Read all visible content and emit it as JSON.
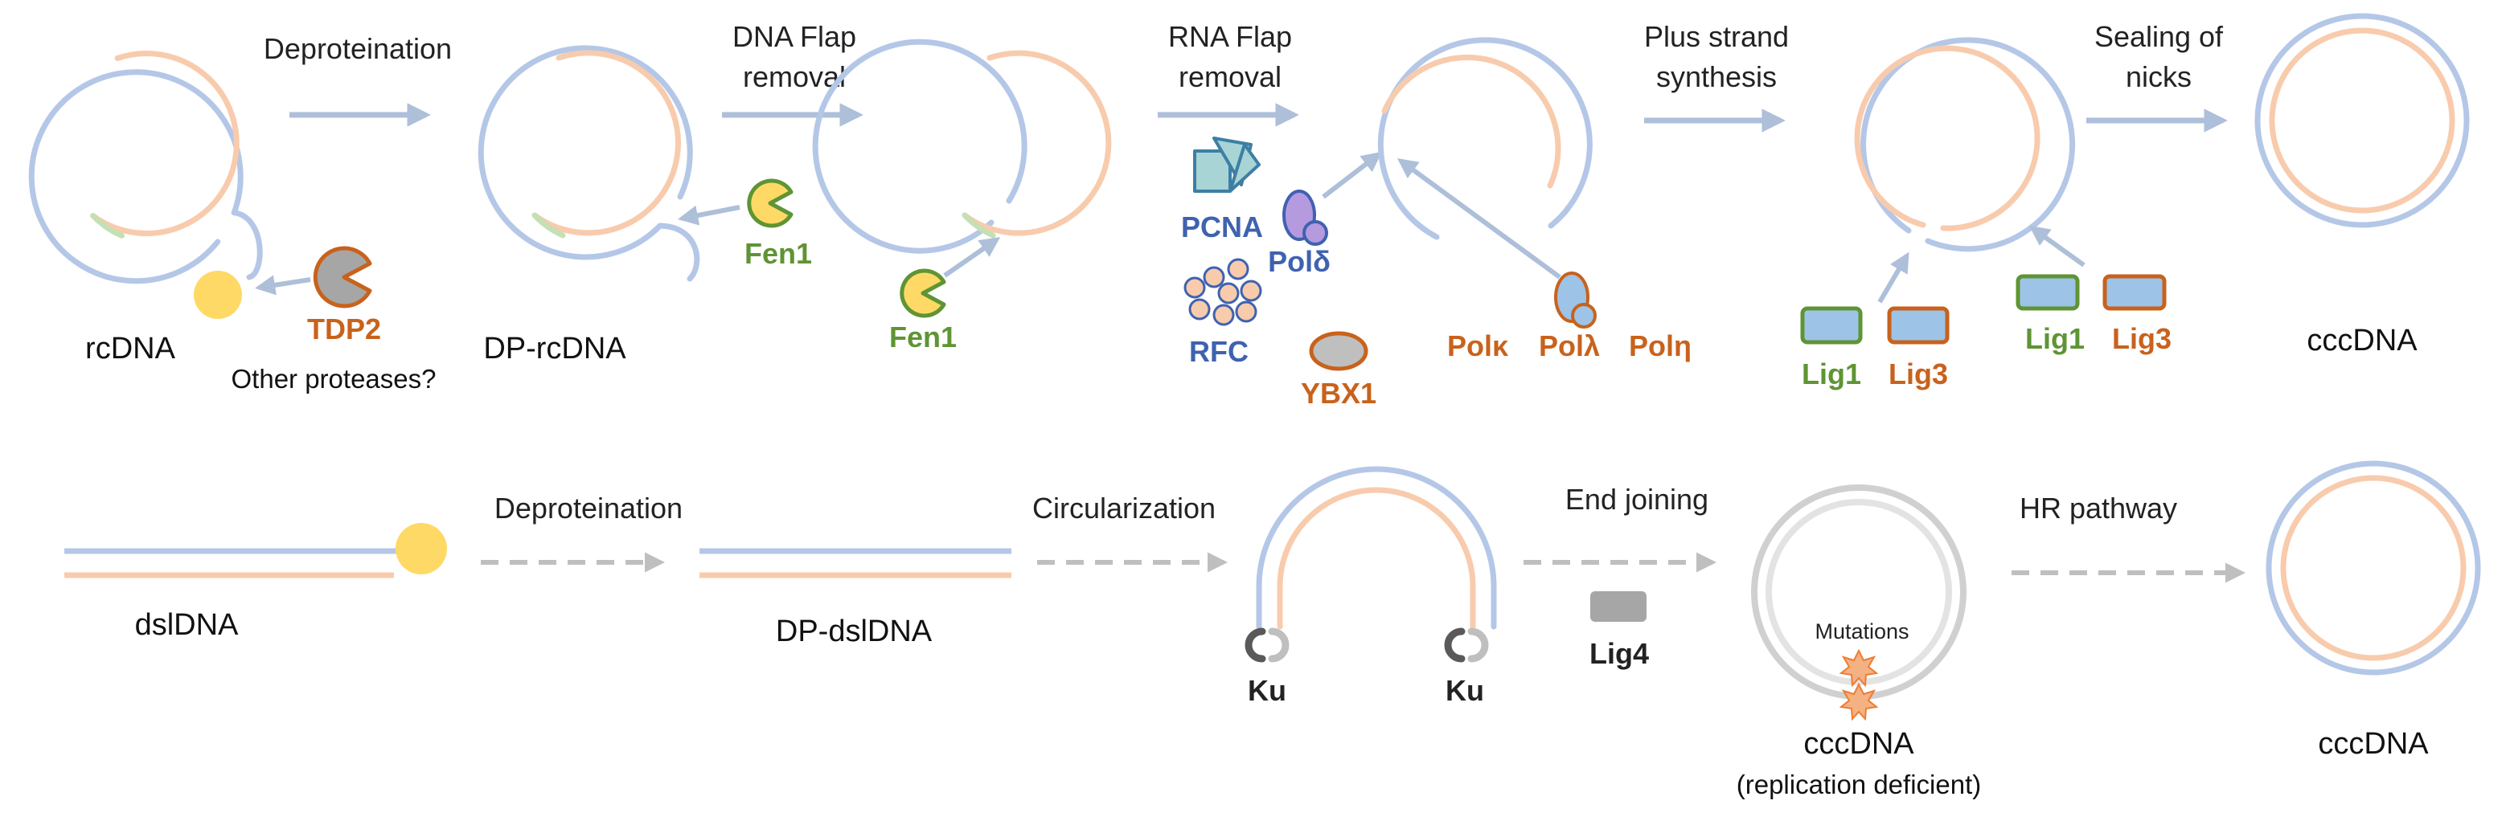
{
  "top_row": {
    "labels": {
      "rcdna": "rcDNA",
      "dp_rcdna": "DP-rcDNA",
      "cccdna": "cccDNA"
    },
    "steps": {
      "deproteination": "Deproteination",
      "dna_flap_1": "DNA Flap",
      "dna_flap_2": "removal",
      "rna_flap_1": "RNA Flap",
      "rna_flap_2": "removal",
      "plus_strand_1": "Plus strand",
      "plus_strand_2": "synthesis",
      "sealing_1": "Sealing of",
      "sealing_2": "nicks"
    },
    "enzymes": {
      "tdp2": "TDP2",
      "other_proteases": "Other proteases?",
      "fen1": "Fen1",
      "pcna": "PCNA",
      "rfc": "RFC",
      "pol_delta": "Polδ",
      "ybx1": "YBX1",
      "pol_kappa": "Polκ",
      "pol_lambda": "Polλ",
      "pol_eta": "Polη",
      "lig1": "Lig1",
      "lig3": "Lig3"
    }
  },
  "bottom_row": {
    "labels": {
      "dsldna": "dslDNA",
      "dp_dsldna": "DP-dslDNA",
      "cccdna_deficient": "cccDNA",
      "deficient_note": "(replication deficient)",
      "cccdna": "cccDNA",
      "mutations": "Mutations"
    },
    "steps": {
      "deproteination": "Deproteination",
      "circularization": "Circularization",
      "end_joining": "End joining",
      "hr_pathway": "HR pathway"
    },
    "enzymes": {
      "ku": "Ku",
      "lig4": "Lig4"
    }
  },
  "colors": {
    "minus_strand": "#b4c7e7",
    "plus_strand": "#f8cbad",
    "rna_primer": "#c5e0b4",
    "arrow": "#adbfd9",
    "dashed_arrow": "#bfbfbf",
    "protein_yellow": "#ffd966",
    "green_text": "#5f9434",
    "orange_text": "#c8621c",
    "blue_text": "#3f62b0"
  }
}
